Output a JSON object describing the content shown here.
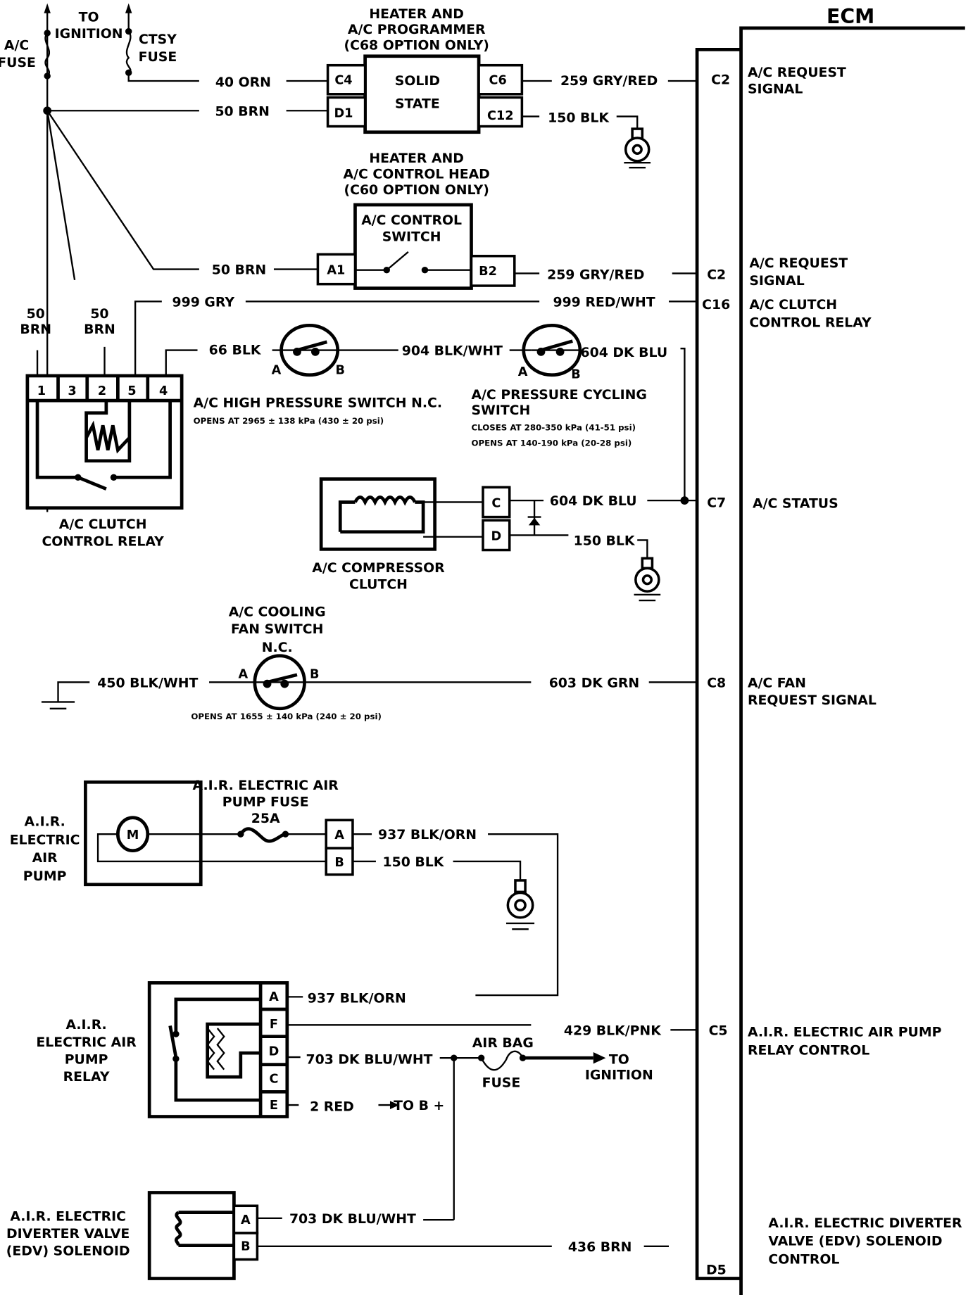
{
  "ecm": {
    "title": "ECM",
    "pins": [
      {
        "id": "C2",
        "desc": [
          "A/C REQUEST",
          "SIGNAL"
        ]
      },
      {
        "id": "C2",
        "desc": [
          "A/C REQUEST",
          "SIGNAL"
        ]
      },
      {
        "id": "C16",
        "desc": [
          "A/C CLUTCH",
          "CONTROL RELAY"
        ]
      },
      {
        "id": "C7",
        "desc": [
          "A/C STATUS"
        ]
      },
      {
        "id": "C8",
        "desc": [
          "A/C FAN",
          "REQUEST SIGNAL"
        ]
      },
      {
        "id": "C5",
        "desc": [
          "A.I.R. ELECTRIC AIR PUMP",
          "RELAY CONTROL"
        ]
      },
      {
        "id": "D5",
        "desc": [
          "A.I.R. ELECTRIC DIVERTER",
          "VALVE (EDV) SOLENOID",
          "CONTROL"
        ]
      }
    ]
  },
  "power": {
    "to_ignition": [
      "TO",
      "IGNITION"
    ],
    "ac_fuse": [
      "A/C",
      "FUSE"
    ],
    "ctsy_fuse": [
      "CTSY",
      "FUSE"
    ]
  },
  "programmer": {
    "title": [
      "HEATER AND",
      "A/C PROGRAMMER",
      "(C68 OPTION ONLY)"
    ],
    "body": [
      "SOLID",
      "STATE"
    ],
    "pins": [
      "C4",
      "D1",
      "C6",
      "C12"
    ],
    "wires": {
      "c4": "40 ORN",
      "d1": "50 BRN",
      "c6": "259 GRY/RED",
      "c12": "150 BLK"
    }
  },
  "control_head": {
    "title": [
      "HEATER AND",
      "A/C CONTROL HEAD",
      "(C60 OPTION ONLY)"
    ],
    "body": [
      "A/C CONTROL",
      "SWITCH"
    ],
    "pins": [
      "A1",
      "B2"
    ],
    "wires": {
      "a1": "50 BRN",
      "b2": "259 GRY/RED"
    }
  },
  "clutch_relay": {
    "title": [
      "A/C CLUTCH",
      "CONTROL RELAY"
    ],
    "pins": [
      "1",
      "3",
      "2",
      "5",
      "4"
    ],
    "feed_labels": [
      [
        "50",
        "BRN"
      ],
      [
        "50",
        "BRN"
      ]
    ],
    "wires": {
      "pin5": "999 GRY",
      "ecm_c16": "999 RED/WHT",
      "pin4": "66 BLK"
    }
  },
  "high_pressure_switch": {
    "title": "A/C HIGH PRESSURE SWITCH N.C.",
    "spec": "OPENS AT 2965 ± 138 kPa (430 ± 20 psi)",
    "terminals": [
      "A",
      "B"
    ],
    "out_wire": "904 BLK/WHT"
  },
  "pressure_cycling_switch": {
    "title": [
      "A/C PRESSURE CYCLING",
      "SWITCH"
    ],
    "spec": [
      "CLOSES AT 280-350 kPa (41-51 psi)",
      "OPENS AT 140-190 kPa (20-28 psi)"
    ],
    "terminals": [
      "A",
      "B"
    ],
    "out_wire": "604 DK BLU"
  },
  "compressor_clutch": {
    "title": [
      "A/C COMPRESSOR",
      "CLUTCH"
    ],
    "pins": [
      "C",
      "D"
    ],
    "wires": {
      "c": "604 DK BLU",
      "d": "150 BLK"
    }
  },
  "cooling_fan_switch": {
    "title": [
      "A/C COOLING",
      "FAN SWITCH",
      "N.C."
    ],
    "terminals": [
      "A",
      "B"
    ],
    "spec": "OPENS AT 1655 ± 140 kPa (240 ± 20 psi)",
    "wires": {
      "a": "450 BLK/WHT",
      "b": "603 DK GRN"
    }
  },
  "air_pump": {
    "title": [
      "A.I.R.",
      "ELECTRIC",
      "AIR",
      "PUMP"
    ],
    "motor": "M",
    "fuse": [
      "A.I.R. ELECTRIC AIR",
      "PUMP FUSE",
      "25A"
    ],
    "pins": [
      "A",
      "B"
    ],
    "wires": {
      "a": "937 BLK/ORN",
      "b": "150 BLK"
    }
  },
  "air_pump_relay": {
    "title": [
      "A.I.R.",
      "ELECTRIC AIR",
      "PUMP",
      "RELAY"
    ],
    "pins": [
      "A",
      "F",
      "D",
      "C",
      "E"
    ],
    "wires": {
      "a": "937 BLK/ORN",
      "f": "429 BLK/PNK",
      "d": "703 DK BLU/WHT",
      "e": "2 RED"
    },
    "to_b_plus": "TO B +",
    "airbag_fuse": [
      "AIR BAG",
      "FUSE"
    ],
    "to_ignition": [
      "TO",
      "IGNITION"
    ]
  },
  "edv_solenoid": {
    "title": [
      "A.I.R. ELECTRIC",
      "DIVERTER VALVE",
      "(EDV) SOLENOID"
    ],
    "pins": [
      "A",
      "B"
    ],
    "wires": {
      "a": "703 DK BLU/WHT",
      "b": "436 BRN"
    }
  }
}
